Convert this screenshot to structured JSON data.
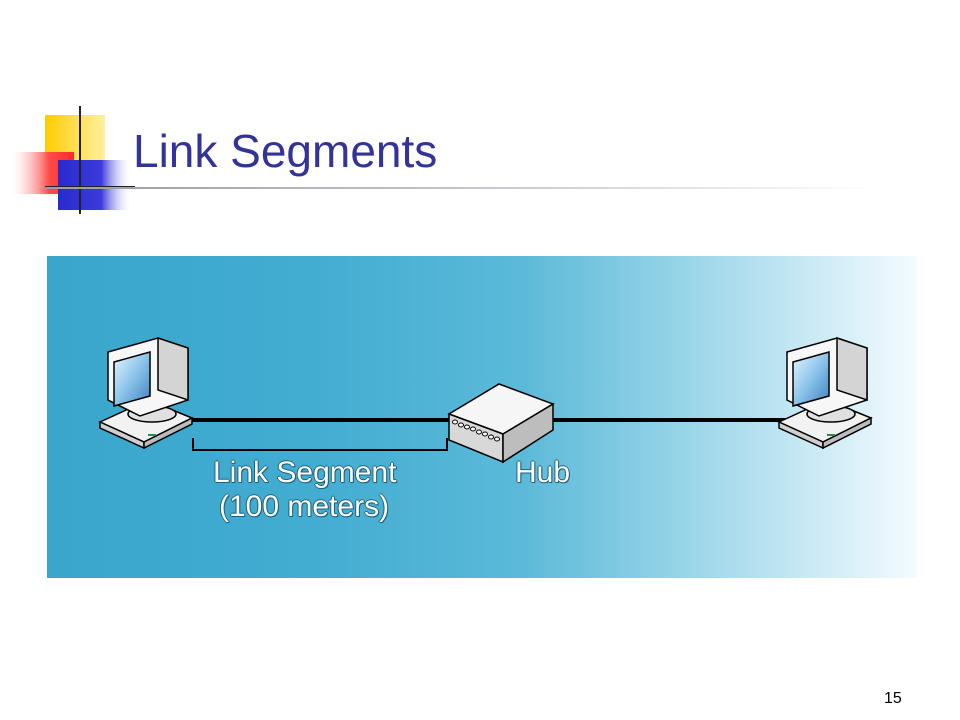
{
  "slide": {
    "title": "Link Segments",
    "page_number": "15"
  },
  "diagram": {
    "segment_label": "Link Segment",
    "segment_sublabel": "(100 meters)",
    "hub_label": "Hub"
  },
  "colors": {
    "title": "#333399",
    "panel_left": "#3aa6cc",
    "panel_right": "#f4fbfe",
    "cable": "#000000"
  }
}
